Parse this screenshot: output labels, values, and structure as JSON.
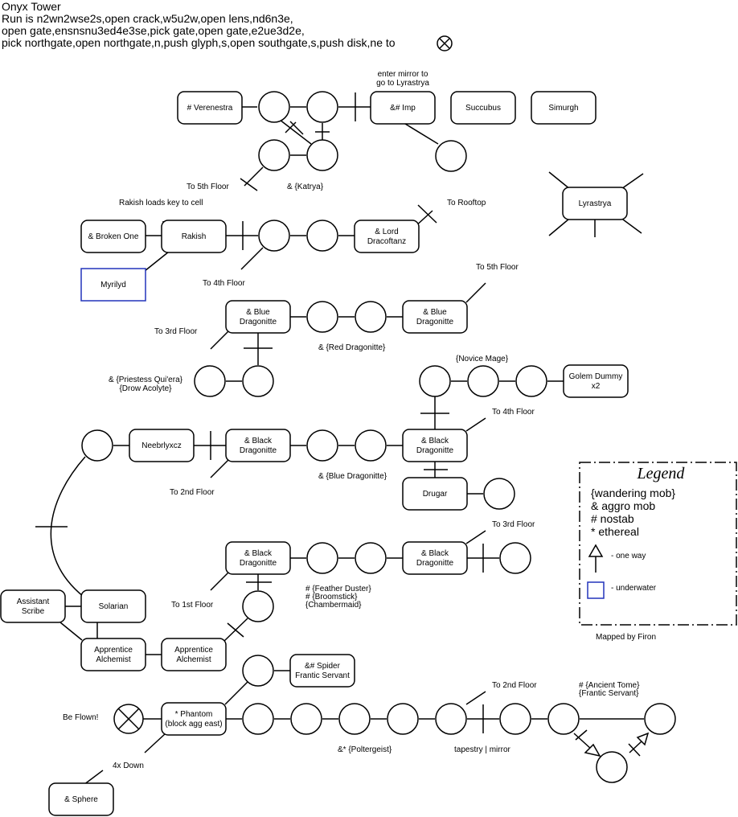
{
  "header": {
    "title": "Onyx Tower",
    "line1": "Run is n2wn2wse2s,open crack,w5u2w,open lens,nd6n3e,",
    "line2": "open gate,ensnsnu3ed4e3se,pick gate,open gate,e2ue3d2e,",
    "line3": "pick northgate,open northgate,n,push glyph,s,open southgate,s,push disk,ne to"
  },
  "rooms": {
    "verenestra": "# Verenestra",
    "imp": "&# Imp",
    "succubus": "Succubus",
    "simurgh": "Simurgh",
    "lyrastrya": "Lyrastrya",
    "broken_one": "& Broken One",
    "rakish": "Rakish",
    "lord_l1": "& Lord",
    "lord_l2": "Dracoftanz",
    "myrilyd": "Myrilyd",
    "blue_drag_a_l1": "& Blue",
    "blue_drag_a_l2": "Dragonitte",
    "blue_drag_b_l1": "& Blue",
    "blue_drag_b_l2": "Dragonitte",
    "golem_l1": "Golem Dummy",
    "golem_l2": "x2",
    "neebrlyxcz": "Neebrlyxcz",
    "black_drag_a_l1": "& Black",
    "black_drag_a_l2": "Dragonitte",
    "black_drag_b_l1": "& Black",
    "black_drag_b_l2": "Dragonitte",
    "drugar": "Drugar",
    "black_drag_c_l1": "& Black",
    "black_drag_c_l2": "Dragonitte",
    "black_drag_d_l1": "& Black",
    "black_drag_d_l2": "Dragonitte",
    "assistant_l1": "Assistant",
    "assistant_l2": "Scribe",
    "solarian": "Solarian",
    "alch_a_l1": "Apprentice",
    "alch_a_l2": "Alchemist",
    "alch_b_l1": "Apprentice",
    "alch_b_l2": "Alchemist",
    "spider_l1": "&# Spider",
    "spider_l2": "Frantic Servant",
    "phantom_l1": "* Phantom",
    "phantom_l2": "(block agg east)",
    "sphere": "& Sphere"
  },
  "labels": {
    "enter_mirror_l1": "enter mirror to",
    "enter_mirror_l2": "go to Lyrastrya",
    "to_5th_floor_a": "To 5th Floor",
    "katrya": "& {Katrya}",
    "rakish_loads": "Rakish loads key to cell",
    "to_rooftop": "To Rooftop",
    "to_4th_floor_a": "To 4th Floor",
    "to_5th_floor_b": "To 5th Floor",
    "to_3rd_floor_a": "To 3rd Floor",
    "red_dragonitte": "& {Red Dragonitte}",
    "novice_mage": "{Novice Mage}",
    "priestess_l1": "& {Priestess Qui'era}",
    "priestess_l2": "{Drow Acolyte}",
    "to_4th_floor_b": "To 4th Floor",
    "to_2nd_floor_a": "To 2nd Floor",
    "blue_dragonitte_w": "& {Blue Dragonitte}",
    "to_3rd_floor_b": "To 3rd Floor",
    "feather_l1": "# {Feather Duster}",
    "feather_l2": "# {Broomstick}",
    "feather_l3": "{Chambermaid}",
    "to_1st_floor": "To 1st Floor",
    "to_2nd_floor_b": "To 2nd Floor",
    "ancient_l1": "# {Ancient Tome}",
    "ancient_l2": "{Frantic Servant}",
    "be_flown": "Be Flown!",
    "four_down": "4x Down",
    "poltergeist": "&* {Poltergeist}",
    "tapestry": "tapestry | mirror",
    "mapped_by": "Mapped by Firon"
  },
  "legend": {
    "title": "Legend",
    "wandering": "{wandering mob}",
    "aggro": "& aggro mob",
    "nostab": "# nostab",
    "ethereal": "* ethereal",
    "one_way": "- one way",
    "underwater": "- underwater",
    "underwater_color": "#2233bb"
  }
}
